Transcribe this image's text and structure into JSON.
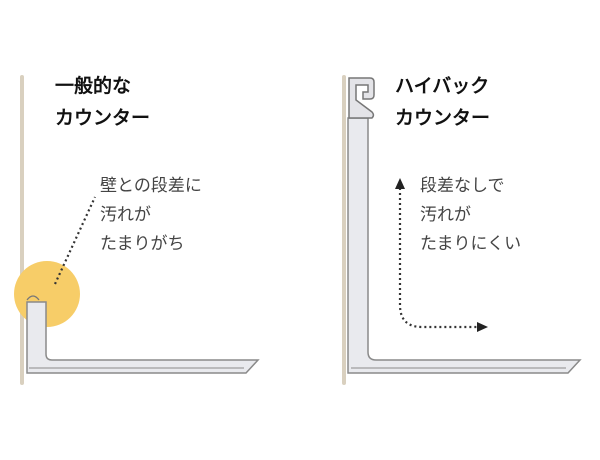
{
  "panels": [
    {
      "title_lines": [
        "一般的な",
        "カウンター"
      ],
      "note_lines": [
        "壁との段差に",
        "汚れが",
        "たまりがち"
      ]
    },
    {
      "title_lines": [
        "ハイバック",
        "カウンター"
      ],
      "note_lines": [
        "段差なしで",
        "汚れが",
        "たまりにくい"
      ]
    }
  ],
  "colors": {
    "wall": "#d9d0bf",
    "counter_fill": "#e9eaee",
    "counter_stroke": "#8a8a8a",
    "highlight": "#f7cd68"
  }
}
